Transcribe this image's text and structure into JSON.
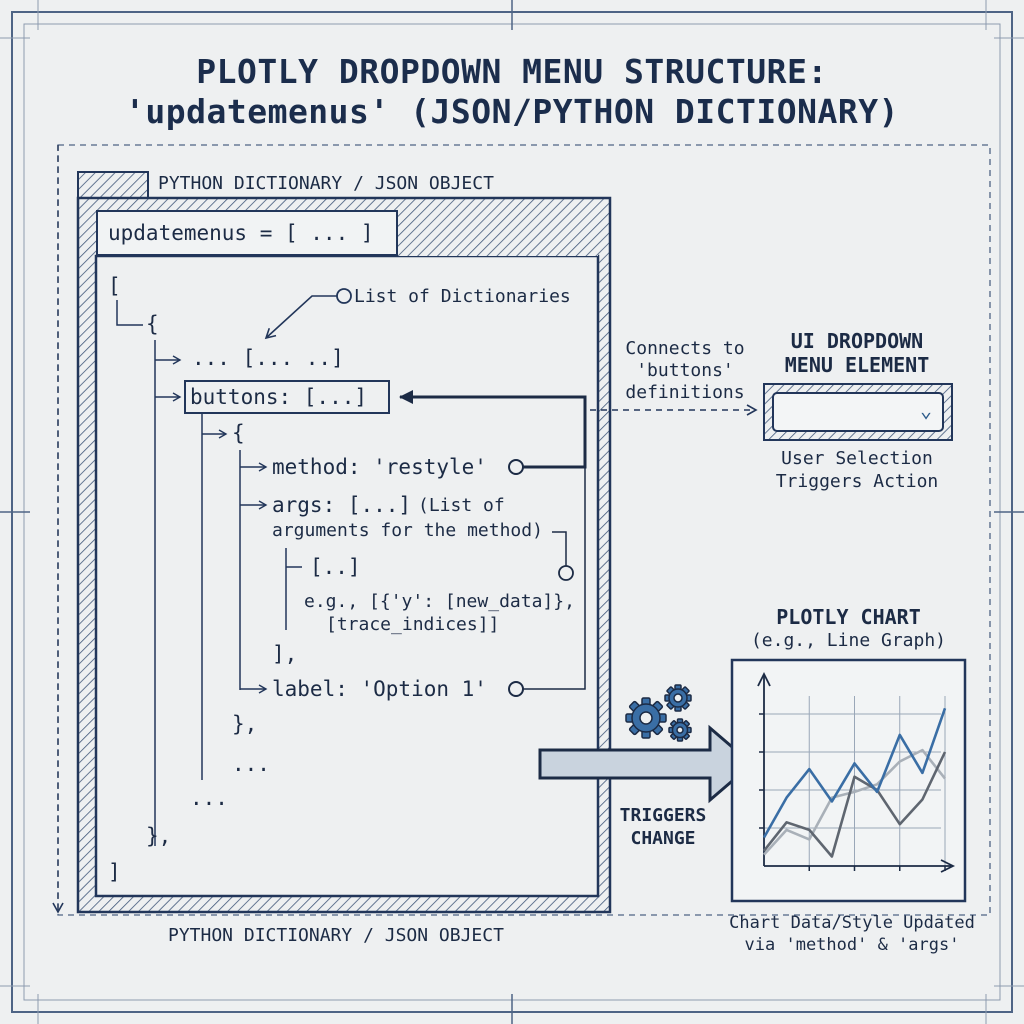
{
  "title": {
    "line1": "PLOTLY DROPDOWN MENU STRUCTURE:",
    "line2": "'updatemenus' (JSON/PYTHON DICTIONARY)"
  },
  "dict_panel": {
    "top_caption": "PYTHON DICTIONARY / JSON OBJECT",
    "bottom_caption": "PYTHON DICTIONARY / JSON OBJECT",
    "header": "updatemenus = [ ... ]",
    "lines": {
      "open_bracket": "[",
      "open_brace": "{",
      "ellipsis_list": "... [... ..]",
      "buttons": "buttons: [...]",
      "inner_brace": "{",
      "method": "method: 'restyle'",
      "args_line1": "args: [...]",
      "args_note1": "(List of",
      "args_line2": "arguments for the method)",
      "args_inner": "[..]",
      "example1": "e.g., [{'y': [new_data]},",
      "example2": "[trace_indices]]",
      "args_close": "],",
      "label": "label: 'Option 1'",
      "inner_close": "},",
      "dots1": "...",
      "dots2": "...",
      "outer_close": "},",
      "close_bracket": "]"
    },
    "list_annotation": "List of Dictionaries"
  },
  "connector": {
    "text_line1": "Connects to",
    "text_line2": "'buttons'",
    "text_line3": "definitions"
  },
  "ui_dropdown": {
    "title_line1": "UI DROPDOWN",
    "title_line2": "MENU ELEMENT",
    "caption_line1": "User Selection",
    "caption_line2": "Triggers Action",
    "icon": "chevron-down-icon"
  },
  "trigger": {
    "label_line1": "TRIGGERS",
    "label_line2": "CHANGE",
    "icon": "gears-icon"
  },
  "chart": {
    "title": "PLOTLY CHART",
    "subtitle": "(e.g., Line Graph)",
    "caption_line1": "Chart Data/Style Updated",
    "caption_line2": "via 'method' & 'args'"
  },
  "colors": {
    "ink": "#1c2b45",
    "blue_line": "#3a6ea5",
    "gray_line": "#5f6670",
    "light_line": "#a9b0b8",
    "arrow_fill": "#c9d3de",
    "background": "#eef0f1"
  },
  "chart_data": {
    "type": "line",
    "title": "PLOTLY CHART",
    "subtitle": "(e.g., Line Graph)",
    "xlabel": "",
    "ylabel": "",
    "x": [
      0,
      1,
      2,
      3,
      4,
      5,
      6,
      7,
      8
    ],
    "xlim": [
      0,
      8
    ],
    "ylim": [
      0,
      10
    ],
    "grid": true,
    "series": [
      {
        "color": "#3a6ea5",
        "values": [
          1.5,
          3.6,
          5.1,
          3.4,
          5.4,
          3.9,
          6.9,
          4.9,
          8.3
        ]
      },
      {
        "color": "#5f6670",
        "values": [
          0.8,
          2.3,
          1.9,
          0.5,
          4.7,
          4.0,
          2.2,
          3.5,
          6.0
        ]
      },
      {
        "color": "#a9b0b8",
        "values": [
          0.6,
          1.9,
          1.4,
          3.6,
          3.9,
          4.3,
          5.5,
          6.1,
          4.6
        ]
      }
    ]
  }
}
